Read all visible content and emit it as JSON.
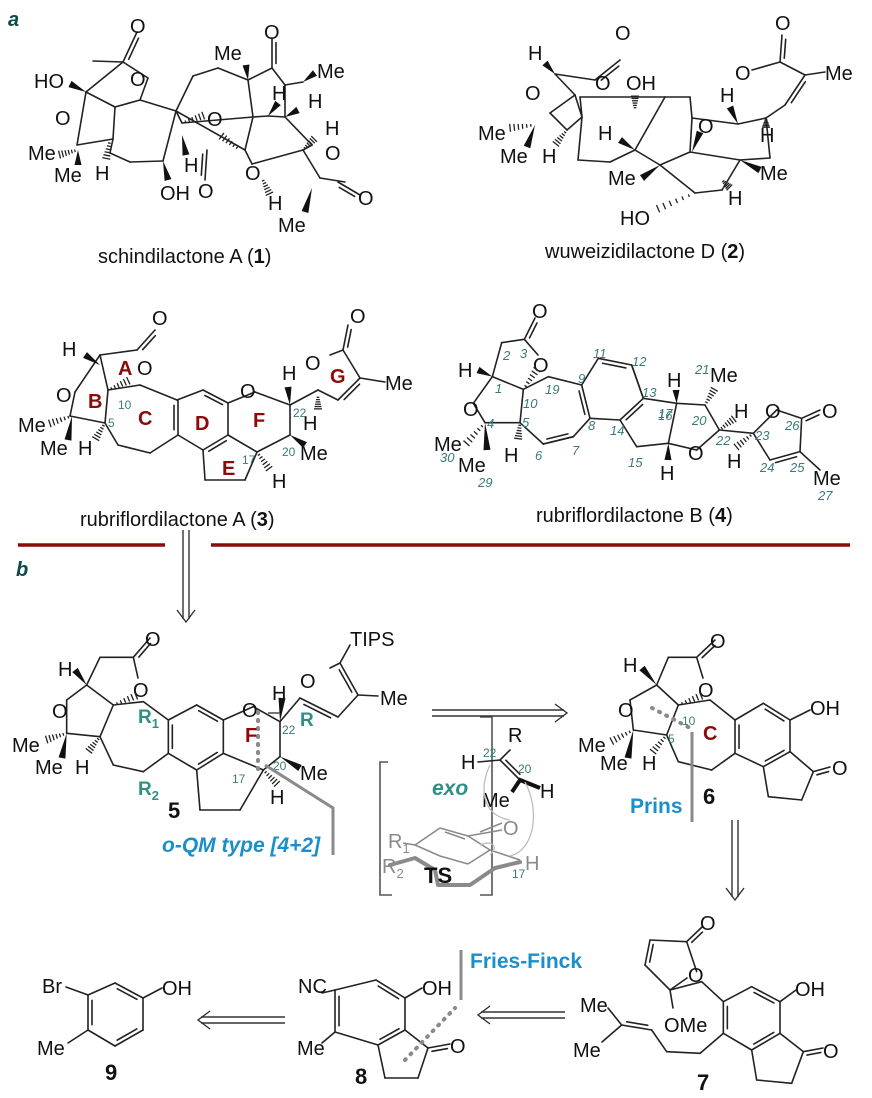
{
  "panels": {
    "a": "a",
    "b": "b"
  },
  "compounds": {
    "c1": {
      "name": "schindilactone A (",
      "number": "1",
      "close": ")"
    },
    "c2": {
      "name": "wuweizidilactone  D (",
      "number": "2",
      "close": ")"
    },
    "c3": {
      "name": "rubriflordilactone A (",
      "number": "3",
      "close": ")"
    },
    "c4": {
      "name": "rubriflordilactone B (",
      "number": "4",
      "close": ")"
    },
    "c5": {
      "number": "5"
    },
    "c6": {
      "number": "6"
    },
    "c7": {
      "number": "7"
    },
    "c8": {
      "number": "8"
    },
    "c9": {
      "number": "9"
    },
    "ts": {
      "label": "TS"
    }
  },
  "reactions": {
    "oqm": "o-QM type [4+2]",
    "prins": "Prins",
    "fries": "Fries-Finck",
    "exo": "exo"
  },
  "atoms": {
    "O": "O",
    "H": "H",
    "Me": "Me",
    "HO": "HO",
    "OH": "OH",
    "OMe": "OMe",
    "TIPS": "TIPS",
    "NC": "NC",
    "Br": "Br",
    "R": "R",
    "R1": "R",
    "R2": "R",
    "sub1": "1",
    "sub2": "2"
  },
  "rings": {
    "A": "A",
    "B": "B",
    "C": "C",
    "D": "D",
    "E": "E",
    "F": "F",
    "G": "G"
  },
  "locants": {
    "c3": [
      "10",
      "5",
      "22",
      "20",
      "17"
    ],
    "c4": [
      "1",
      "2",
      "3",
      "4",
      "5",
      "6",
      "7",
      "8",
      "9",
      "10",
      "11",
      "12",
      "13",
      "14",
      "15",
      "16",
      "17",
      "19",
      "20",
      "21",
      "22",
      "23",
      "24",
      "25",
      "26",
      "27",
      "29",
      "30"
    ],
    "c5": [
      "22",
      "20",
      "17"
    ],
    "c6": [
      "10",
      "5"
    ],
    "ts": [
      "22",
      "20",
      "17"
    ]
  },
  "colors": {
    "divider": "#8b0a0a",
    "ring_label": "#8b0a0a",
    "locant": "#3a7a78",
    "reaction": "#1b8fc9",
    "panel": "#0d4a4a"
  }
}
